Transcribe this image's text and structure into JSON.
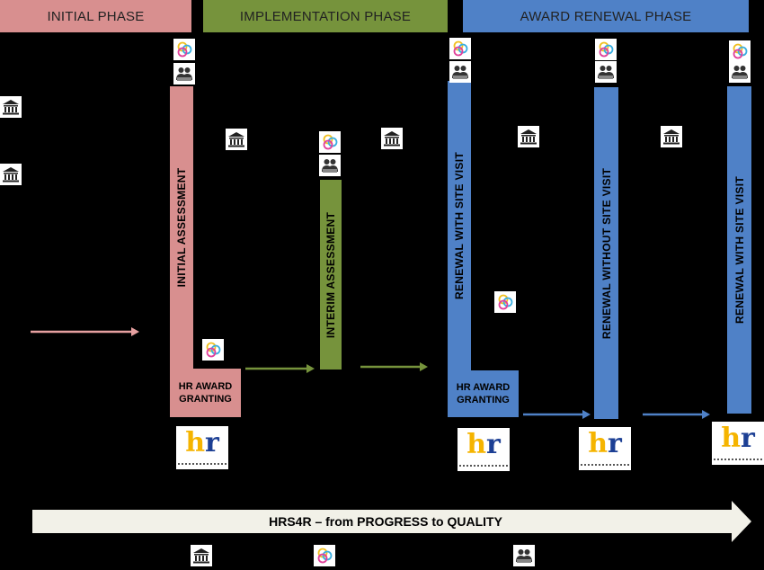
{
  "phases": {
    "initial": "INITIAL PHASE",
    "implementation": "IMPLEMENTATION PHASE",
    "renewal": "AWARD RENEWAL PHASE"
  },
  "stages": {
    "initial_assessment": "INITIAL ASSESSMENT",
    "interim_assessment": "INTERIM ASSESSMENT",
    "renewal_site_visit_1": "RENEWAL WITH SITE VISIT",
    "renewal_without_site_visit": "RENEWAL WITHOUT SITE VISIT",
    "renewal_site_visit_2": "RENEWAL WITH SITE VISIT"
  },
  "granting": {
    "first_line1": "HR AWARD",
    "first_line2": "GRANTING",
    "second_line1": "HR AWARD",
    "second_line2": "GRANTING"
  },
  "banner": "HRS4R – from PROGRESS to QUALITY",
  "logos": {
    "hr_text_h": "h",
    "hr_text_r": "r"
  },
  "colors": {
    "initial": "#d88f8f",
    "implementation": "#76933c",
    "renewal": "#4f81c7",
    "renewal_arrow": "#4f81c7",
    "implementation_arrow": "#76933c",
    "initial_arrow": "#e6a0a0",
    "banner": "#f2f1e8"
  },
  "icons": [
    "institution-icon",
    "peer-circles-icon",
    "assessor-icon",
    "hr-excellence-logo"
  ]
}
